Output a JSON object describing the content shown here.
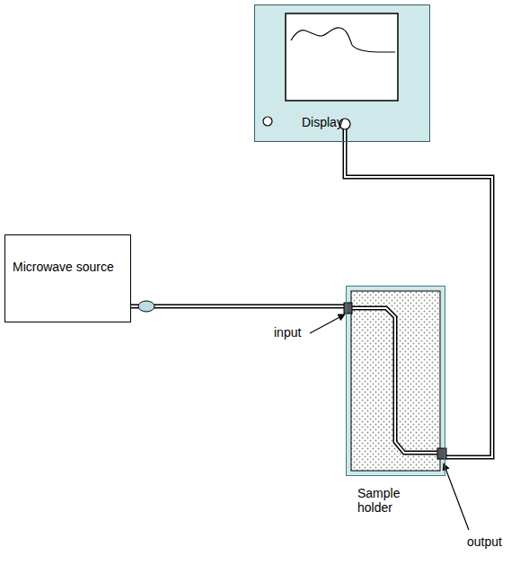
{
  "diagram": {
    "nodes": [
      {
        "text": [
          "Display"
        ]
      },
      {
        "text": [
          "Microwave source"
        ]
      },
      {
        "text": [
          "Sample holder"
        ]
      }
    ],
    "edges": [
      {
        "from": 1,
        "to": 2,
        "arrow": "none"
      },
      {
        "from": 2,
        "to": 0,
        "arrow": "none"
      }
    ],
    "labels": [
      "input",
      "output"
    ]
  }
}
